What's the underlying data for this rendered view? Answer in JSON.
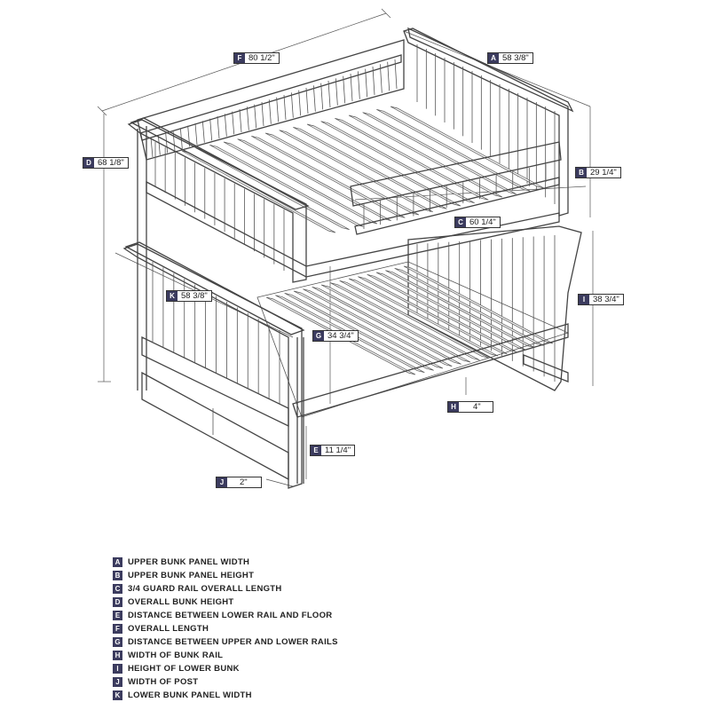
{
  "callouts": [
    {
      "key": "F",
      "value": "80 1/2\""
    },
    {
      "key": "A",
      "value": "58 3/8\""
    },
    {
      "key": "D",
      "value": "68 1/8\""
    },
    {
      "key": "B",
      "value": "29 1/4\""
    },
    {
      "key": "C",
      "value": "60 1/4\""
    },
    {
      "key": "K",
      "value": "58 3/8\""
    },
    {
      "key": "I",
      "value": "38 3/4\""
    },
    {
      "key": "G",
      "value": "34 3/4\""
    },
    {
      "key": "H",
      "value": "4\""
    },
    {
      "key": "E",
      "value": "11 1/4\""
    },
    {
      "key": "J",
      "value": "2\""
    }
  ],
  "legend": [
    {
      "key": "A",
      "label": "UPPER BUNK PANEL WIDTH"
    },
    {
      "key": "B",
      "label": "UPPER BUNK PANEL HEIGHT"
    },
    {
      "key": "C",
      "label": "3/4 GUARD RAIL OVERALL LENGTH"
    },
    {
      "key": "D",
      "label": "OVERALL BUNK HEIGHT"
    },
    {
      "key": "E",
      "label": "DISTANCE BETWEEN LOWER RAIL AND FLOOR"
    },
    {
      "key": "F",
      "label": "OVERALL LENGTH"
    },
    {
      "key": "G",
      "label": "DISTANCE BETWEEN UPPER AND LOWER RAILS"
    },
    {
      "key": "H",
      "label": "WIDTH OF BUNK RAIL"
    },
    {
      "key": "I",
      "label": "HEIGHT OF LOWER BUNK"
    },
    {
      "key": "J",
      "label": "WIDTH OF POST"
    },
    {
      "key": "K",
      "label": "LOWER BUNK PANEL WIDTH"
    }
  ]
}
